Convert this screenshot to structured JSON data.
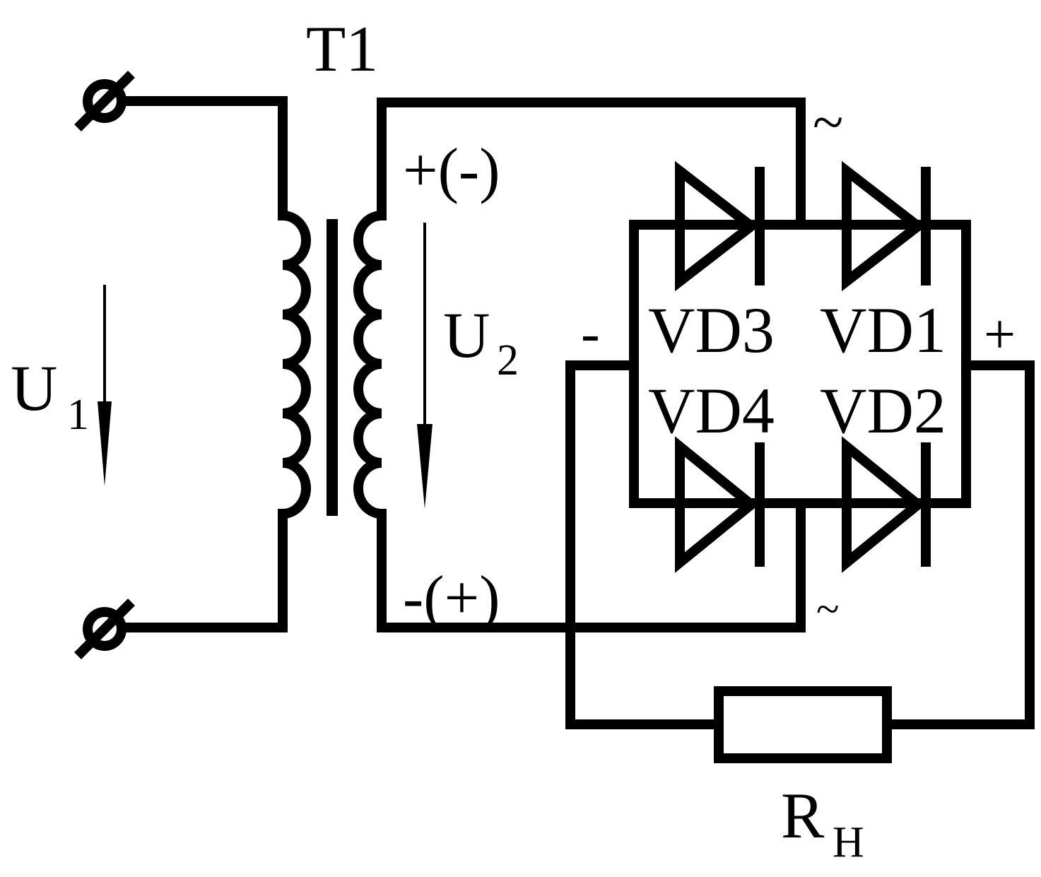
{
  "transformer": {
    "label": "T1"
  },
  "primary": {
    "voltage_label": "U",
    "voltage_subscript": "1"
  },
  "secondary": {
    "voltage_label": "U",
    "voltage_subscript": "2",
    "top_polarity": "+(-)",
    "bottom_polarity": "-(+)"
  },
  "bridge": {
    "diodes": [
      "VD3",
      "VD1",
      "VD4",
      "VD2"
    ],
    "ac_top": "~",
    "ac_bottom": "~",
    "dc_minus": "-",
    "dc_plus": "+"
  },
  "load": {
    "label": "R",
    "subscript": "H"
  },
  "colors": {
    "line": "#000000",
    "background": "#ffffff"
  }
}
